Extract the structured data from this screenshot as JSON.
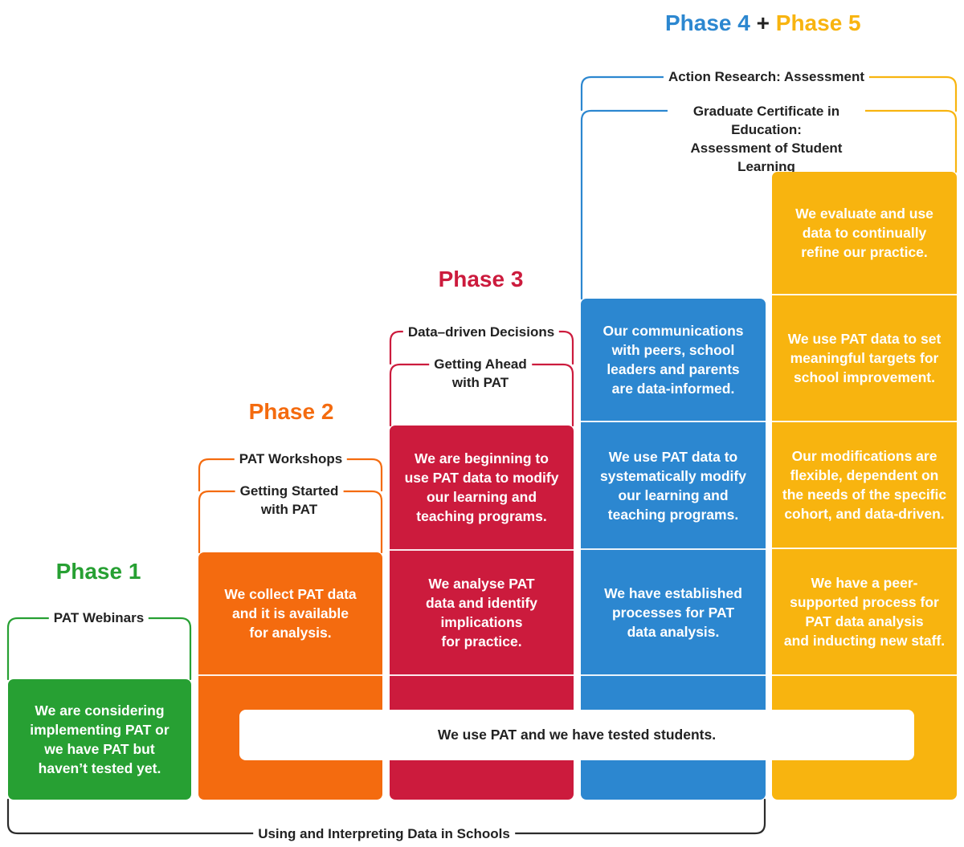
{
  "colors": {
    "phase1": "#27a033",
    "phase2": "#f46b0f",
    "phase3": "#cc1b3d",
    "phase4": "#2c87d0",
    "phase5": "#f8b40f"
  },
  "phases": {
    "phase1": "Phase 1",
    "phase2": "Phase 2",
    "phase3": "Phase 3",
    "phase4": "Phase 4",
    "plus": "+",
    "phase5": "Phase 5"
  },
  "programs": {
    "pat_webinars": "PAT Webinars",
    "pat_workshops": "PAT Workshops",
    "getting_started": "Getting Started\nwith PAT",
    "data_driven": "Data–driven Decisions",
    "getting_ahead": "Getting Ahead\nwith PAT",
    "action_research": "Action Research: Assessment",
    "grad_cert": "Graduate Certificate in Education:\nAssessment of Student Learning",
    "using_interpreting": "Using and Interpreting Data in Schools"
  },
  "statements": {
    "p1_considering": "We are considering\nimplementing PAT or\nwe have PAT but\nhaven’t tested yet.",
    "p2_collect": "We collect PAT data\nand it is available\nfor analysis.",
    "p3_analyse": "We analyse PAT\ndata and identify\nimplications\nfor practice.",
    "p3_beginning": "We are beginning to\nuse PAT data to modify\nour learning and\nteaching programs.",
    "p4_established": "We have established\nprocesses for PAT\ndata analysis.",
    "p4_systematic": "We use PAT data to\nsystematically modify\nour learning and\nteaching programs.",
    "p4_communications": "Our communications\nwith peers, school\nleaders and parents\nare data-informed.",
    "p5_peer": "We have a peer-\nsupported process for\nPAT data analysis\nand inducting new staff.",
    "p5_modifications": "Our modifications are\nflexible, dependent on\nthe needs of the specific\ncohort, and data-driven.",
    "p5_targets": "We use PAT data to set\nmeaningful targets for\nschool improvement.",
    "p5_evaluate": "We evaluate and use\ndata to continually\nrefine our practice.",
    "tested_banner": "We use PAT and we have tested students."
  }
}
